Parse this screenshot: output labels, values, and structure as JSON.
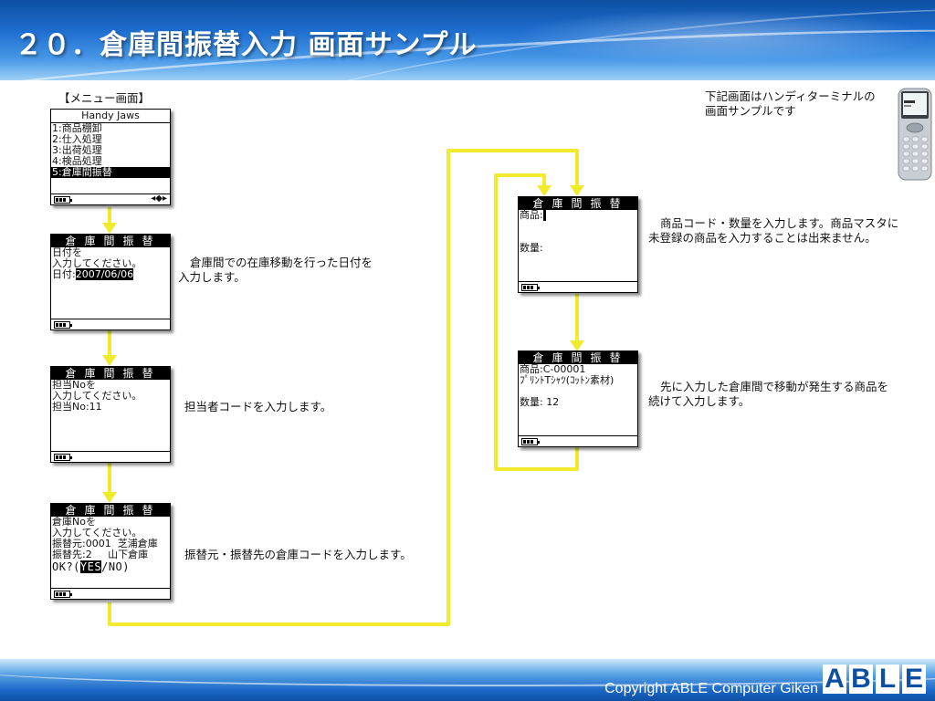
{
  "header": {
    "title": "２０．倉庫間振替入力 画面サンプル"
  },
  "footer": {
    "copyright": "Copyright ABLE Computer Giken",
    "logo": [
      "A",
      "B",
      "L",
      "E"
    ]
  },
  "menu": {
    "label": "【メニュー画面】",
    "title": "Handy Jaws",
    "items": [
      "1:商品棚卸",
      "2:仕入処理",
      "3:出荷処理",
      "4:検品処理",
      "5:倉庫間振替"
    ],
    "selected_index": 4,
    "scroll_symbol": "◂◆▸"
  },
  "note": {
    "line1": "下記画面はハンディターミナルの",
    "line2": "画面サンプルです"
  },
  "screen_header": "倉庫間振替",
  "screens": {
    "date": {
      "line1": "日付を",
      "line2": "入力してください。",
      "field_label": "日付:",
      "field_value": "2007/06/06"
    },
    "staff": {
      "line1": "担当Noを",
      "line2": "入力してください。",
      "field": "担当No:11"
    },
    "warehouse": {
      "line1": "倉庫Noを",
      "line2": "入力してください。",
      "from": "振替元:0001  芝浦倉庫",
      "to": "振替先:2     山下倉庫",
      "ok_prefix": "OK?(",
      "ok_yes": "YES",
      "ok_suffix": "/NO)"
    },
    "product_empty": {
      "product_label": "商品:",
      "qty_label": "数量:"
    },
    "product_filled": {
      "product": "商品:C-00001",
      "name": "ﾌﾟﾘﾝﾄTｼｬﾂ(ｺｯﾄﾝ素材)",
      "qty": "数量: 12"
    }
  },
  "captions": {
    "date_line1": "倉庫間での在庫移動を行った日付を",
    "date_line2": "入力します。",
    "staff": "担当者コードを入力します。",
    "warehouse": "振替元・振替先の倉庫コードを入力します。",
    "product_line1": "商品コード・数量を入力します。商品マスタに",
    "product_line2": "未登録の商品を入力することは出来ません。",
    "repeat_line1": "先に入力した倉庫間で移動が発生する商品を",
    "repeat_line2": "続けて入力します。"
  },
  "colors": {
    "flow_line": "#f2ea2c",
    "header_blue": "#1f6fd0"
  }
}
